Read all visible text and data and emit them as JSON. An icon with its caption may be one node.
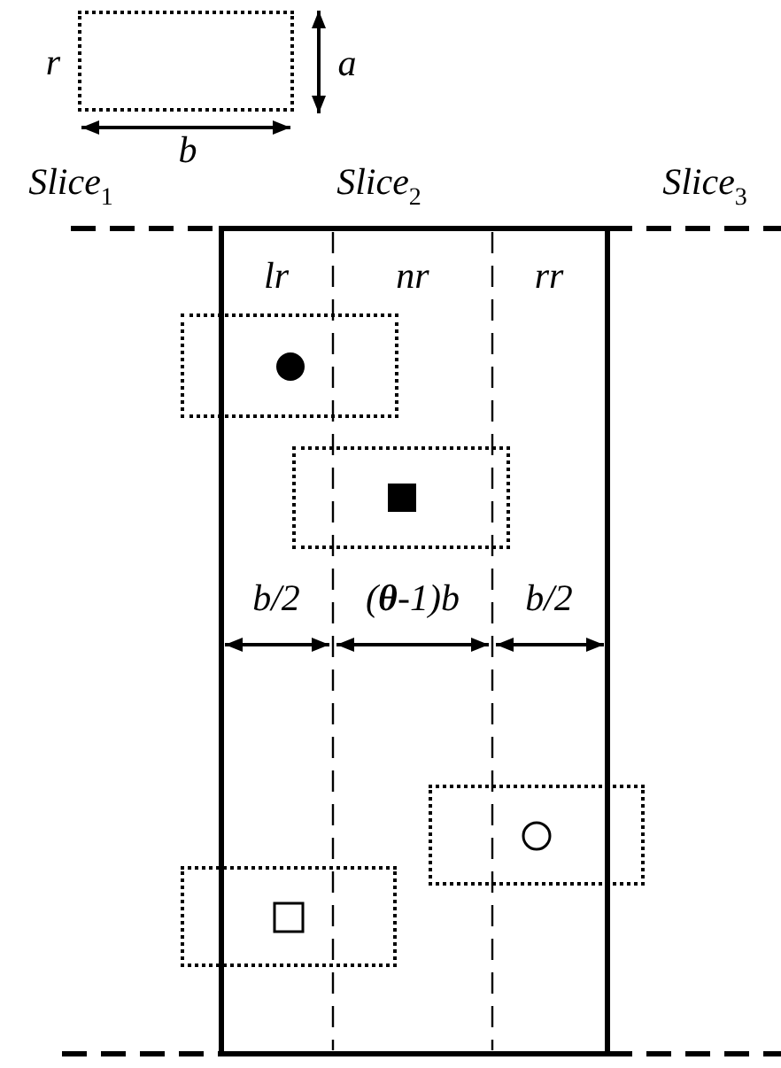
{
  "diagram": {
    "nodes": [
      {
        "text": [],
        "shape": "box",
        "beside": [
          "r"
        ]
      },
      {
        "text": [],
        "shape": "box"
      },
      {
        "text": [],
        "shape": "box"
      },
      {
        "text": [],
        "shape": "box"
      },
      {
        "text": [],
        "shape": "box"
      }
    ],
    "labels": [
      "a",
      "b",
      "Slice$_{1}$",
      "Slice$_{2}$",
      "Slice$_{3}$",
      "lr",
      "nr",
      "rr",
      "b/2",
      "(**θ**-1)b",
      "b/2"
    ]
  }
}
